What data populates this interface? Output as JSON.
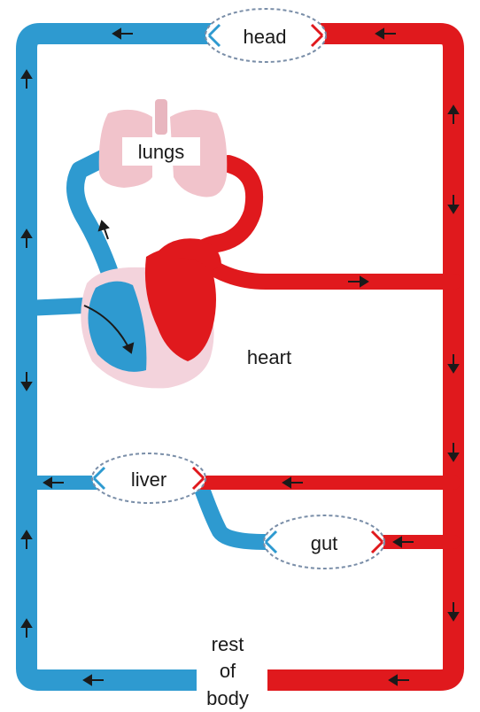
{
  "labels": {
    "head": "head",
    "lungs": "lungs",
    "heart": "heart",
    "liver": "liver",
    "gut": "gut",
    "rest_line1": "rest",
    "rest_line2": "of",
    "rest_line3": "body"
  },
  "colors": {
    "deoxygenated": "#2e9ad0",
    "oxygenated": "#e0191d",
    "lungs": "#f1c3cb",
    "heart_outline": "#f3d3dc",
    "arrow": "#1a1a1a"
  }
}
